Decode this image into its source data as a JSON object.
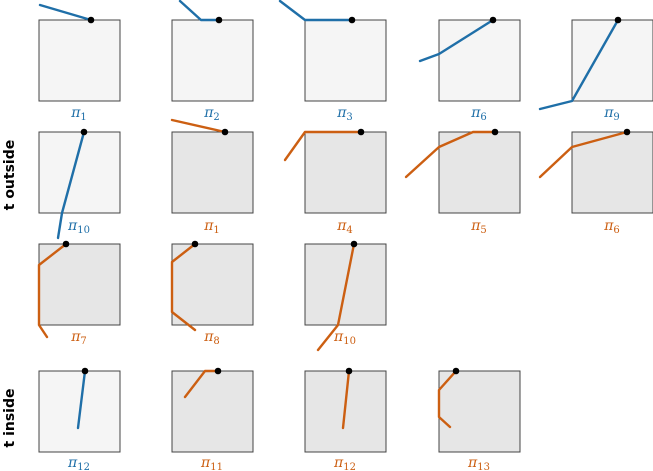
{
  "colors": {
    "blue": "#1f6fa8",
    "orange": "#cc5f12",
    "light_fill": "#f5f5f5",
    "dark_fill": "#e6e6e6"
  },
  "row_labels": {
    "outside": "t outside",
    "inside": "t inside"
  },
  "panels": [
    {
      "id": "p1",
      "label": "π",
      "sub": "1",
      "color": "blue",
      "fill": "light"
    },
    {
      "id": "p2",
      "label": "π",
      "sub": "2",
      "color": "blue",
      "fill": "light"
    },
    {
      "id": "p3",
      "label": "π",
      "sub": "3",
      "color": "blue",
      "fill": "light"
    },
    {
      "id": "p4",
      "label": "π",
      "sub": "6",
      "color": "blue",
      "fill": "light"
    },
    {
      "id": "p5",
      "label": "π",
      "sub": "9",
      "color": "blue",
      "fill": "light"
    },
    {
      "id": "p6",
      "label": "π",
      "sub": "10",
      "color": "blue",
      "fill": "light"
    },
    {
      "id": "p7",
      "label": "π",
      "sub": "1",
      "color": "orange",
      "fill": "dark"
    },
    {
      "id": "p8",
      "label": "π",
      "sub": "4",
      "color": "orange",
      "fill": "dark"
    },
    {
      "id": "p9",
      "label": "π",
      "sub": "5",
      "color": "orange",
      "fill": "dark"
    },
    {
      "id": "p10",
      "label": "π",
      "sub": "6",
      "color": "orange",
      "fill": "dark"
    },
    {
      "id": "p11",
      "label": "π",
      "sub": "7",
      "color": "orange",
      "fill": "dark"
    },
    {
      "id": "p12",
      "label": "π",
      "sub": "8",
      "color": "orange",
      "fill": "dark"
    },
    {
      "id": "p13",
      "label": "π",
      "sub": "10",
      "color": "orange",
      "fill": "dark"
    },
    {
      "id": "p14",
      "label": "π",
      "sub": "12",
      "color": "blue",
      "fill": "light"
    },
    {
      "id": "p15",
      "label": "π",
      "sub": "11",
      "color": "orange",
      "fill": "dark"
    },
    {
      "id": "p16",
      "label": "π",
      "sub": "12",
      "color": "orange",
      "fill": "dark"
    },
    {
      "id": "p17",
      "label": "π",
      "sub": "13",
      "color": "orange",
      "fill": "dark"
    }
  ]
}
